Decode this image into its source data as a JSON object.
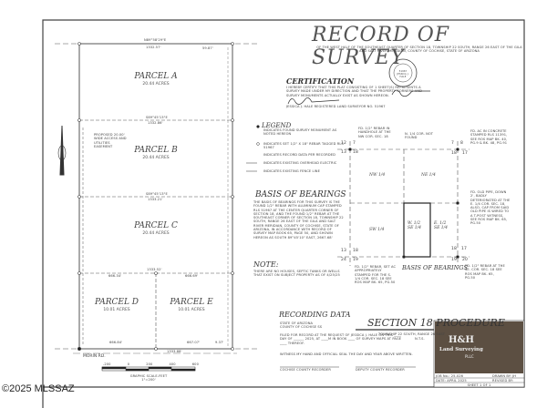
{
  "title": "RECORD OF SURVEY",
  "subtitle": "OF THE WEST HALF OF THE SOUTHEAST QUARTER OF SECTION 18, TOWNSHIP 22 SOUTH, RANGE 26 EAST OF THE GILA AND SALT RIVER MERIDIAN, COUNTY OF COCHISE, STATE OF ARIZONA",
  "certification": {
    "heading": "CERTIFICATION",
    "text": "I HEREBY CERTIFY THAT THIS PLAT CONSISTING OF 1 SHEET(S) REPRESENTS A SURVEY MADE UNDER MY DIRECTION AND THAT THE PROPERTY CORNERS AND SURVEY MONUMENTS ACTUALLY EXIST AS SHOWN HEREON.",
    "signer": "JESSICA J. HALE  REGISTERED LAND SURVEYOR NO. 51967",
    "seal_text": "51967 JESSICA J. HALE"
  },
  "legend": {
    "heading": "LEGEND",
    "items": [
      "INDICATES FOUND SURVEY MONUMENT AS NOTED HEREON",
      "INDICATES SET 1/2\" X 18\" REBAR TAGGED RLS 51967",
      "INDICATES RECORD DATA PER RECORDED",
      "INDICATES EXISTING OVERHEAD ELECTRIC",
      "INDICATES EXISTING FENCE LINE"
    ]
  },
  "basis": {
    "heading": "BASIS OF BEARINGS",
    "text": "THE BASIS OF BEARINGS FOR THIS SURVEY IS THE FOUND 1/2\" REBAR WITH ALUMINUM CAP STAMPED RLS 51967 AT THE CENTER QUARTER CORNER OF SECTION 18, AND THE FOUND 1/2\" REBAR AT THE SOUTHEAST CORNER OF SECTION 18, TOWNSHIP 22 SOUTH, RANGE 26 EAST OF THE GILA AND SALT RIVER MERIDIAN, COUNTY OF COCHISE, STATE OF ARIZONA, IN ACCORDANCE WITH RECORD OF SURVEY MAP BOOK 65, PAGE 50, AND SHOWN HEREON AS SOUTH 89°45'10\" EAST, 2667.68'"
  },
  "note": {
    "heading": "NOTE:",
    "text": "THERE ARE NO HOUSES, SEPTIC TANKS OR WELLS THAT EXIST ON SUBJECT PROPERTY AS OF 4/25/25"
  },
  "parcels": [
    {
      "name": "PARCEL A",
      "acres": "20.44 ACRES"
    },
    {
      "name": "PARCEL B",
      "acres": "20.44 ACRES"
    },
    {
      "name": "PARCEL C",
      "acres": "20.44 ACRES"
    },
    {
      "name": "PARCEL D",
      "acres": "10.01 ACRES"
    },
    {
      "name": "PARCEL E",
      "acres": "10.01 ACRES"
    }
  ],
  "dims": {
    "top": "N89°58'29\"E",
    "top_dist": "1332.57'",
    "ab": "S89°45'13\"E",
    "ab_dist": "1332.86'",
    "bc": "S89°45'13\"E",
    "bc_dist": "1333.21'",
    "cd_total": "1333.52'",
    "cd_left": "666.34'",
    "cd_right": "666.69'",
    "bottom_left": "666.84'",
    "bottom_right": "667.07'",
    "bottom_total": "1333.88'",
    "edge_a": "59.87'",
    "edge_e": "9.37'"
  },
  "easement": "PROPOSED 20.00' WIDE ACCESS AND UTILITIES EASEMENT",
  "road": "MORIN RD.",
  "scale": {
    "ticks": [
      "-200",
      "0",
      "200",
      "400",
      "600"
    ],
    "label": "GRAPHIC SCALE-FEET",
    "ratio": "1\"=200'"
  },
  "section": {
    "heading": "SECTION 18 PROCEDURE",
    "sub": "TOWNSHIP 22 SOUTH, RANGE 26 EAST",
    "nts": "N.T.S.",
    "nw": "NW 1/4",
    "ne": "NE 1/4",
    "sw": "SW 1/4",
    "w_se": "W. 1/2 SE 1/4",
    "e_se": "E. 1/2 SE 1/4",
    "basis_label": "BASIS OF BEARINGS",
    "corners": [
      "12",
      "7",
      "13",
      "18",
      "7",
      "8",
      "18",
      "17",
      "13",
      "18",
      "24",
      "19",
      "18",
      "17",
      "19",
      "20"
    ],
    "notes": [
      "FD. 1/2\" REBAR IN HANDHOLE AT THE NW COR. SEC. 18",
      "N. 1/4 COR. NOT FOUND",
      "FD. AC IN CONCRETE STAMPED RLS 11391, SEE ROS MAP BK. 40, PG.9 & BK. 48, PG.91",
      "FD. OLD PIPE, DOWN 2', BADLY DETERIORATED AT THE E. 1/4 COR. SEC. 18, ALSO, CAP FROM SAID OLD PIPE IS WIRED TO A T-POST WITNESS, SEE ROS MAP BK. 65, PG.50",
      "FD. 1/2\" REBAR, SET AC APPROPRIATELY STAMPED FOR THE S. 1/4 COR. SEC. 18 SEE ROS MAP BK. 65, PG.50",
      "FD. 1/2\" REBAR AT THE SE. COR. SEC. 18 SEE ROS MAP BK. 65, PG.50"
    ]
  },
  "recording": {
    "heading": "RECORDING DATA",
    "state": "STATE OF ARIZONA",
    "county": "COUNTY OF COCHISE",
    "ss": "SS",
    "filed": "FILED FOR RECORD AT THE REQUEST OF JESSICA J. HALE ON THIS ____ DAY OF ______ 2025, AT ____M IN BOOK ____ OF SURVEY MAPS AT PAGE ____ THEREOF.",
    "witness": "WITNESS MY HAND AND OFFICIAL SEAL THE DAY AND YEAR ABOVE WRITTEN.",
    "sig1": "COCHISE COUNTY RECORDER",
    "sig2": "DEPUTY COUNTY RECORDER"
  },
  "titleblock": {
    "logo": "H&H",
    "company": "Land Surveying",
    "pllc": "PLLC",
    "job": "JOB No.: 25-026",
    "drawn": "DRAWN BY: JH",
    "date": "DATE: APRIL 2025",
    "revised": "REVISED BY:",
    "sheet": "SHEET 1 OF 1"
  },
  "watermark": "©2025 MLSSAZ"
}
